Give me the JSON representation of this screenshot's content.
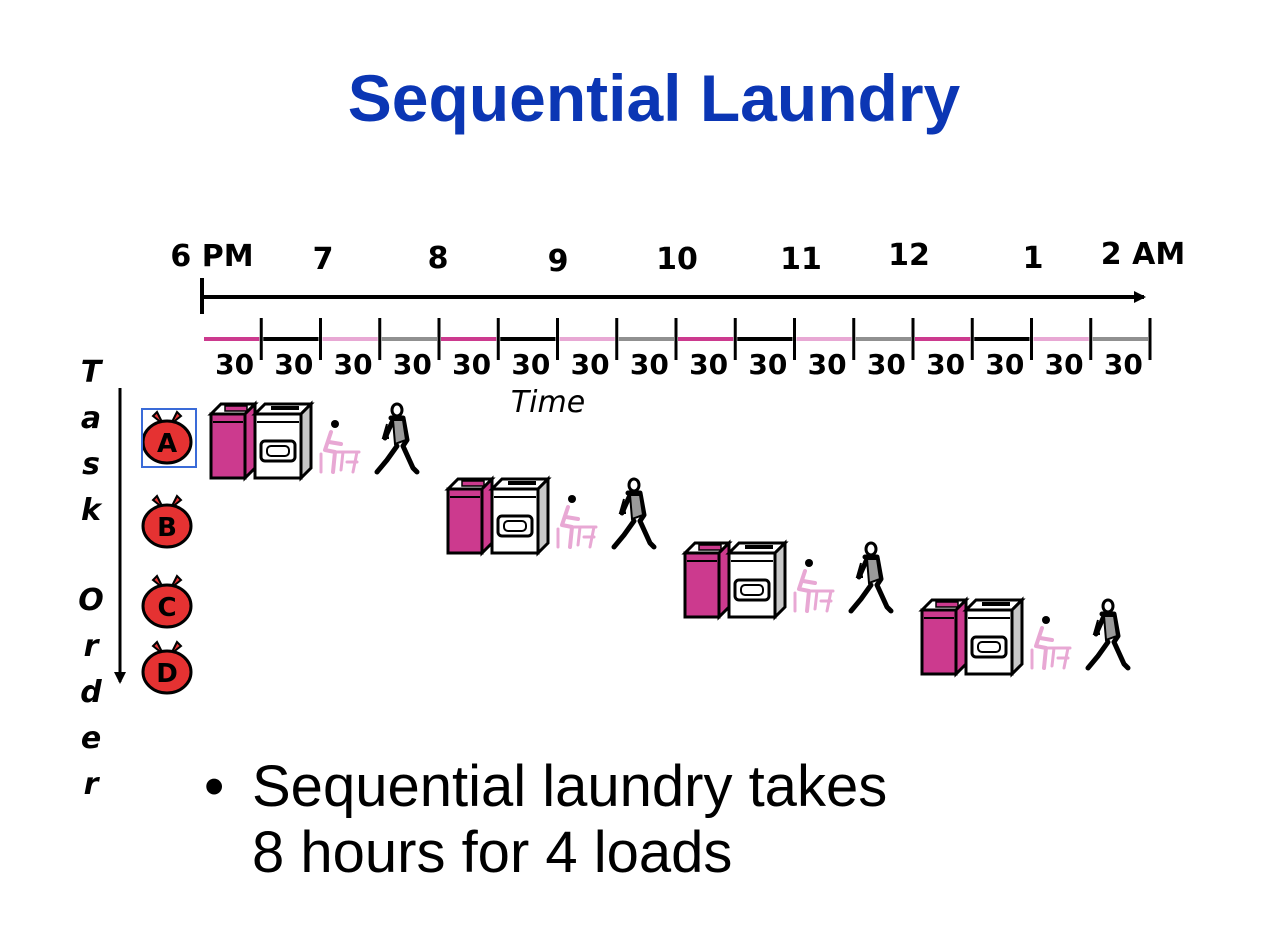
{
  "title": "Sequential Laundry",
  "timeline": {
    "hour_labels": [
      "6 PM",
      "7",
      "8",
      "9",
      "10",
      "11",
      "12",
      "1",
      "2 AM"
    ],
    "segment_label": "30",
    "segment_count": 16,
    "segment_colors": [
      "#cc3a8e",
      "#000000",
      "#e8a8d4",
      "#909090"
    ],
    "axis_label": "Time"
  },
  "task_order_label": [
    "T",
    "a",
    "s",
    "k",
    "",
    "O",
    "r",
    "d",
    "e",
    "r"
  ],
  "loads": [
    {
      "letter": "A",
      "selected": true
    },
    {
      "letter": "B",
      "selected": false
    },
    {
      "letter": "C",
      "selected": false
    },
    {
      "letter": "D",
      "selected": false
    }
  ],
  "stage_icons": [
    "washer-icon",
    "dryer-icon",
    "folder-person-icon",
    "walking-person-icon"
  ],
  "colors": {
    "title": "#0b36b4",
    "washer": "#cc3a8e",
    "folder": "#e8a8d4",
    "bag": "#e53232",
    "selection": "#3a6bd8"
  },
  "bullet": {
    "marker": "•",
    "text_line1": "Sequential laundry takes",
    "text_line2": "8 hours for 4 loads"
  }
}
